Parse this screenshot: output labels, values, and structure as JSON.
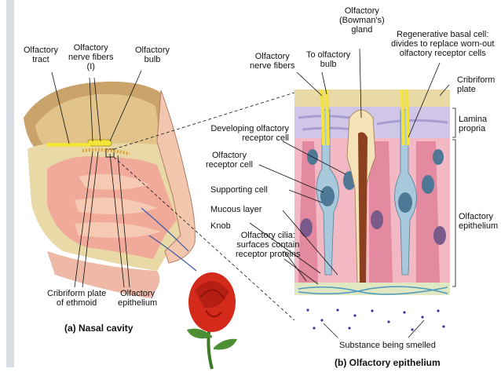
{
  "labels": {
    "olfactory_tract": "Olfactory\ntract",
    "olfactory_nerve_fibers_i": "Olfactory\nnerve fibers\n(I)",
    "olfactory_bulb_a": "Olfactory\nbulb",
    "cribriform_plate_ethmoid": "Cribriform plate\nof ethmoid",
    "olfactory_epithelium_a": "Olfactory\nepithelium",
    "caption_a": "(a) Nasal cavity",
    "bowmans_gland": "Olfactory\n(Bowman's)\ngland",
    "regenerative_basal_cell": "Regenerative basal cell:\ndivides to replace worn-out\nolfactory receptor cells",
    "olfactory_nerve_fibers_b": "Olfactory\nnerve fibers",
    "to_olfactory_bulb": "To olfactory\nbulb",
    "cribriform_plate_b": "Cribriform\nplate",
    "lamina_propria": "Lamina\npropria",
    "developing_receptor_cell": "Developing olfactory\nreceptor cell",
    "olfactory_receptor_cell": "Olfactory\nreceptor cell",
    "supporting_cell": "Supporting cell",
    "mucous_layer": "Mucous layer",
    "knob": "Knob",
    "olfactory_cilia": "Olfactory cilia:\nsurfaces contain\nreceptor proteins",
    "olfactory_epithelium_b": "Olfactory\nepithelium",
    "substance_smelled": "Substance being smelled",
    "caption_b": "(b) Olfactory epithelium"
  },
  "colors": {
    "bone": "#e9d9a6",
    "mucosa": "#f1a99a",
    "tissue": "#f6c9b3",
    "epithelium": "#f2b8c4",
    "cell_blue": "#a8c9dc",
    "nerve_yellow": "#f3e33a",
    "rose": "#d42a1c"
  }
}
